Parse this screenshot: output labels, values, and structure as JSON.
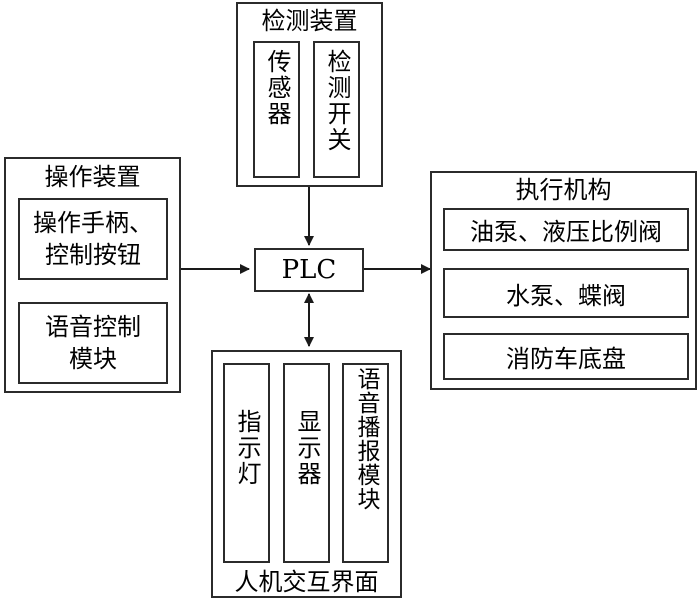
{
  "detect": {
    "title": "检测装置",
    "sensor": "传感器",
    "switch": "检测开关"
  },
  "operate": {
    "title": "操作装置",
    "handle_line1": "操作手柄、",
    "handle_line2": "控制按钮",
    "voice_line1": "语音控制",
    "voice_line2": "模块"
  },
  "plc": {
    "label": "PLC"
  },
  "exec": {
    "title": "执行机构",
    "item1": "油泵、液压比例阀",
    "item2": "水泵、蝶阀",
    "item3": "消防车底盘"
  },
  "hmi": {
    "title": "人机交互界面",
    "indicator": "指示灯",
    "display": "显示器",
    "voice": "语音播报模块"
  },
  "colors": {
    "line": "#2b2b2b",
    "text": "#000000"
  }
}
